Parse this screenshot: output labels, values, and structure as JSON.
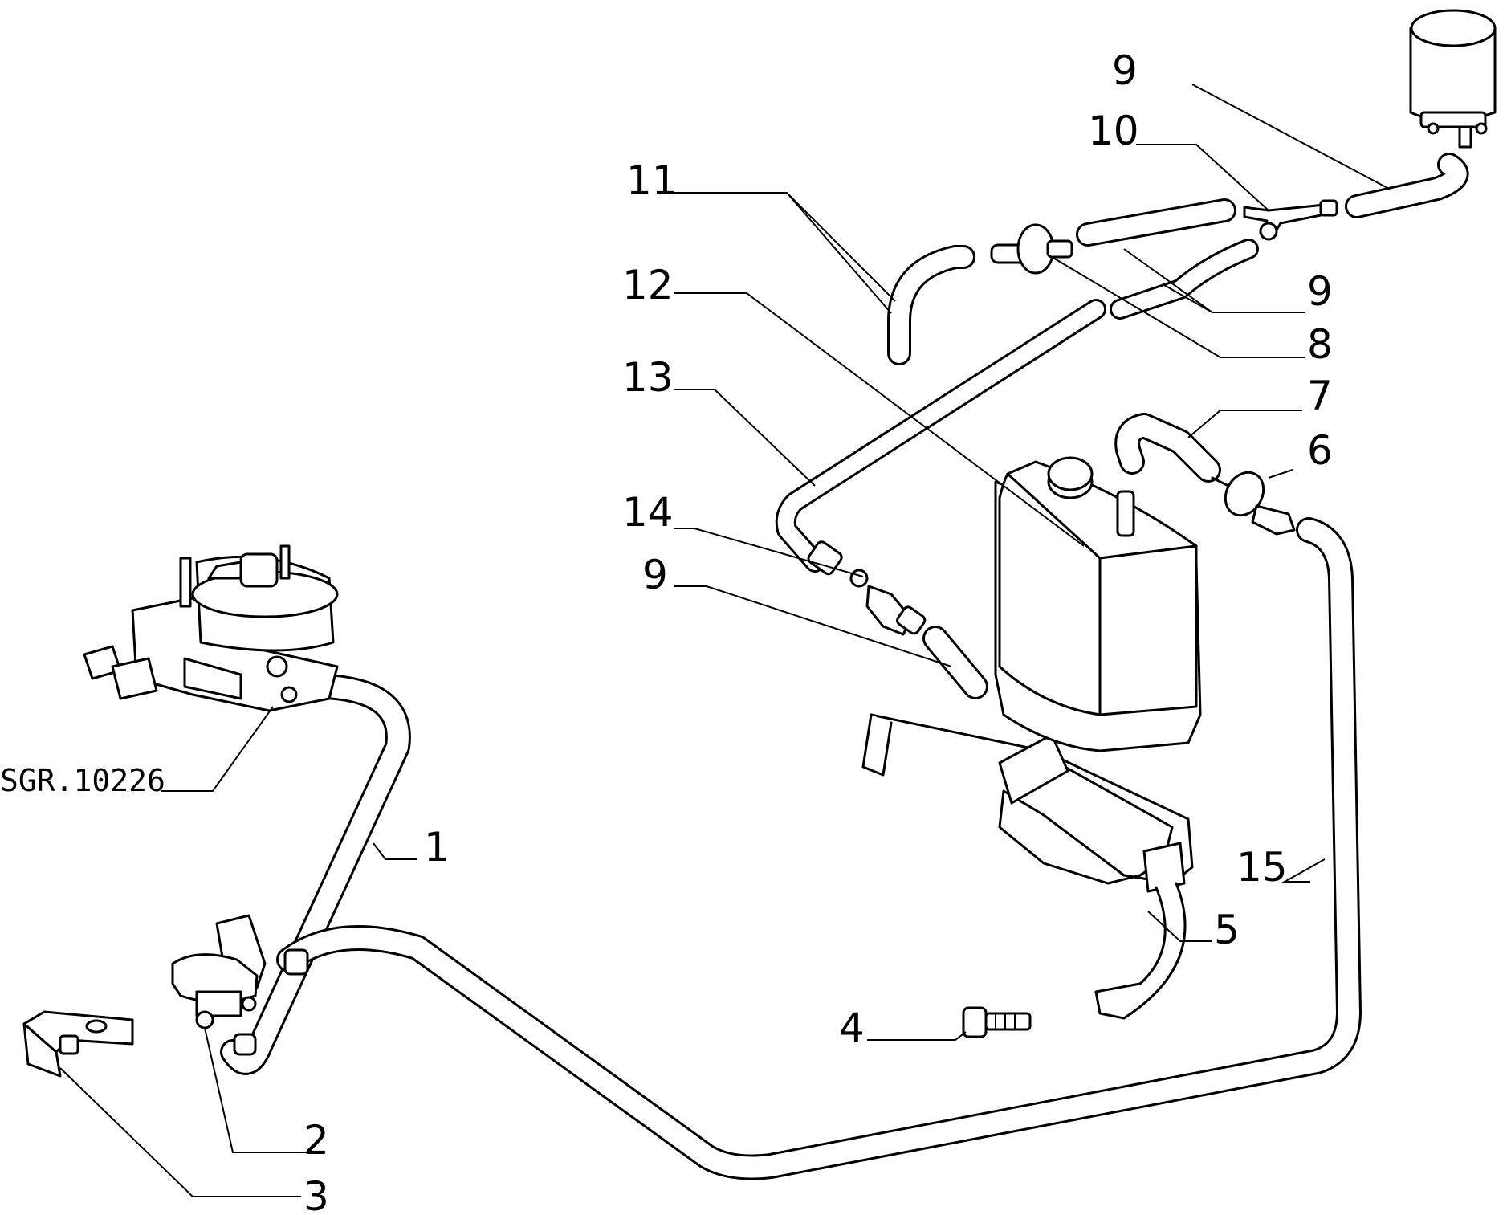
{
  "reference_code": "SGR.10226",
  "callouts": [
    "1",
    "2",
    "3",
    "4",
    "5",
    "6",
    "7",
    "8",
    "9",
    "9",
    "9",
    "10",
    "11",
    "12",
    "13",
    "14",
    "15"
  ],
  "colors": {
    "line": "#000000",
    "background": "#ffffff"
  }
}
